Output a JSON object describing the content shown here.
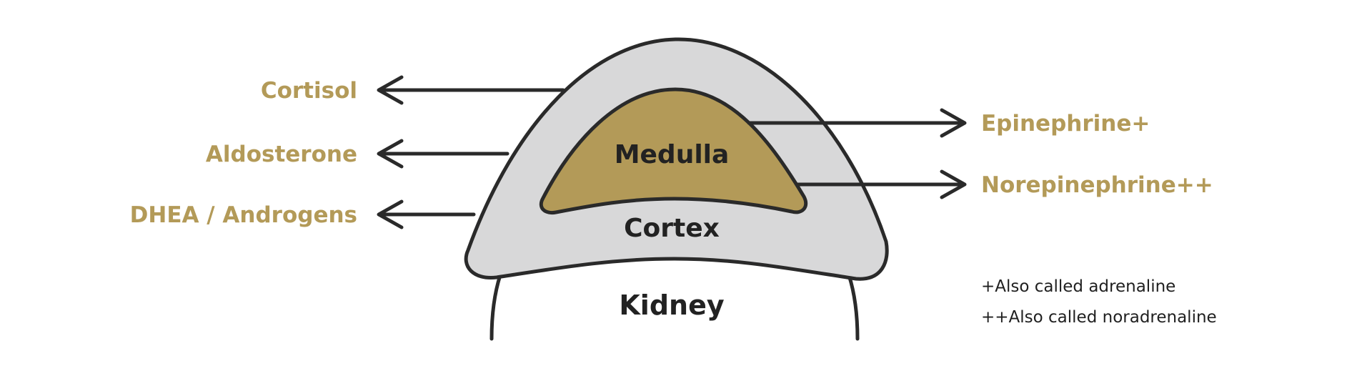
{
  "colors": {
    "gold": "#b39a58",
    "outline": "#2a2a2a",
    "cortex_fill": "#d8d8d9",
    "background": "#ffffff"
  },
  "labels": {
    "medulla": "Medulla",
    "cortex": "Cortex",
    "kidney": "Kidney"
  },
  "left_hormones": [
    "Cortisol",
    "Aldosterone",
    "DHEA / Androgens"
  ],
  "right_hormones": [
    "Epinephrine+",
    "Norepinephrine++"
  ],
  "notes": [
    "+Also called adrenaline",
    "++Also called noradrenaline"
  ]
}
